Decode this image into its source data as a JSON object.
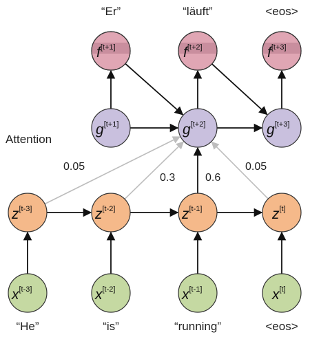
{
  "colors": {
    "output_fill": "#e0a6b4",
    "output_band": "#c98e9e",
    "decoder_fill": "#c9c0de",
    "encoder_fill": "#f5b98a",
    "input_fill": "#c5d9a2",
    "stroke": "#333333",
    "arrow_dark": "#111111",
    "arrow_light": "#bdbdbd"
  },
  "outputs": [
    {
      "id": "f1",
      "var": "f",
      "sup": "[t+1]",
      "word": "“Er”"
    },
    {
      "id": "f2",
      "var": "f",
      "sup": "[t+2]",
      "word": "“läuft”"
    },
    {
      "id": "f3",
      "var": "f",
      "sup": "[t+3]",
      "word": "<eos>"
    }
  ],
  "decoder": [
    {
      "id": "g1",
      "var": "g",
      "sup": "[t+1]"
    },
    {
      "id": "g2",
      "var": "g",
      "sup": "[t+2]"
    },
    {
      "id": "g3",
      "var": "g",
      "sup": "[t+3]"
    }
  ],
  "encoder": [
    {
      "id": "z1",
      "var": "z",
      "sup": "[t-3]"
    },
    {
      "id": "z2",
      "var": "z",
      "sup": "[t-2]"
    },
    {
      "id": "z3",
      "var": "z",
      "sup": "[t-1]"
    },
    {
      "id": "z4",
      "var": "z",
      "sup": "[t]"
    }
  ],
  "inputs": [
    {
      "id": "x1",
      "var": "x",
      "sup": "[t-3]",
      "word": "“He”"
    },
    {
      "id": "x2",
      "var": "x",
      "sup": "[t-2]",
      "word": "“is”"
    },
    {
      "id": "x3",
      "var": "x",
      "sup": "[t-1]",
      "word": "“running”"
    },
    {
      "id": "x4",
      "var": "x",
      "sup": "[t]",
      "word": "<eos>"
    }
  ],
  "attention_label": "Attention",
  "attention_weights": [
    {
      "from": "z1",
      "value": "0.05"
    },
    {
      "from": "z2",
      "value": "0.3"
    },
    {
      "from": "z3",
      "value": "0.6"
    },
    {
      "from": "z4",
      "value": "0.05"
    }
  ],
  "edges": [
    {
      "from": "x1",
      "to": "z1",
      "style": "dark"
    },
    {
      "from": "x2",
      "to": "z2",
      "style": "dark"
    },
    {
      "from": "x3",
      "to": "z3",
      "style": "dark"
    },
    {
      "from": "x4",
      "to": "z4",
      "style": "dark"
    },
    {
      "from": "z1",
      "to": "z2",
      "style": "dark"
    },
    {
      "from": "z2",
      "to": "z3",
      "style": "dark"
    },
    {
      "from": "z3",
      "to": "z4",
      "style": "dark"
    },
    {
      "from": "z1",
      "to": "g2",
      "style": "light"
    },
    {
      "from": "z2",
      "to": "g2",
      "style": "light"
    },
    {
      "from": "z3",
      "to": "g2",
      "style": "dark"
    },
    {
      "from": "z4",
      "to": "g2",
      "style": "light"
    },
    {
      "from": "g1",
      "to": "f1",
      "style": "dark"
    },
    {
      "from": "g2",
      "to": "f2",
      "style": "dark"
    },
    {
      "from": "g3",
      "to": "f3",
      "style": "dark"
    },
    {
      "from": "g1",
      "to": "g2",
      "style": "dark"
    },
    {
      "from": "g2",
      "to": "g3",
      "style": "dark"
    },
    {
      "from": "f1",
      "to": "g2",
      "style": "dark"
    },
    {
      "from": "f2",
      "to": "g3",
      "style": "dark"
    }
  ]
}
